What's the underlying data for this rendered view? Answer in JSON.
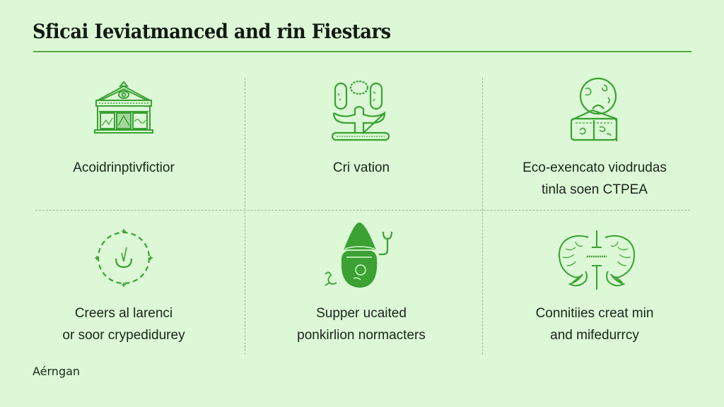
{
  "header": {
    "title": "Sficai Ieviatmanced and rin Fiestars"
  },
  "colors": {
    "background": "#dcf8d6",
    "accent": "#3aa132",
    "rule": "#5aa848",
    "divider": "#9fb89a",
    "text": "#1c241c"
  },
  "grid": {
    "cells": [
      {
        "icon": "pavilion-building-icon",
        "lines": [
          "Acoidrinptivfictior"
        ]
      },
      {
        "icon": "plant-tree-icon",
        "lines": [
          "Cri vation"
        ]
      },
      {
        "icon": "globe-house-icon",
        "lines": [
          "Eco-exencato viodrudas",
          "tinla soen CTPEA"
        ]
      },
      {
        "icon": "dashed-circle-sprout-icon",
        "lines": [
          "Creers al larenci",
          "or soor crypedidurey"
        ]
      },
      {
        "icon": "acorn-stethoscope-icon",
        "lines": [
          "Supper ucaited",
          "ponkirlion normacters"
        ]
      },
      {
        "icon": "brain-hemispheres-icon",
        "lines": [
          "Connitiies creat min",
          "and mifedurrcy"
        ]
      }
    ]
  },
  "footer": {
    "text": "Aérngan"
  }
}
